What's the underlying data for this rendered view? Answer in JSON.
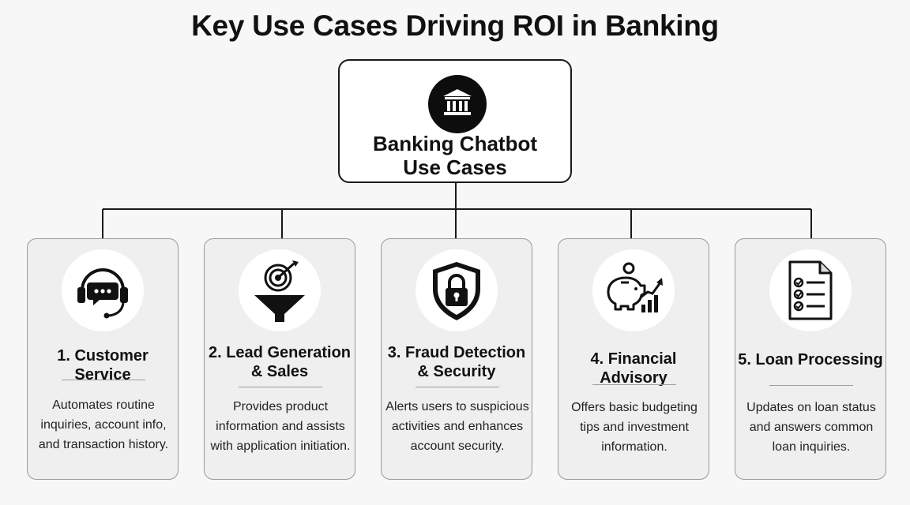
{
  "title": "Key Use Cases Driving ROI in Banking",
  "root": {
    "title_lines": [
      "Banking Chatbot",
      "Use Cases"
    ],
    "icon": "bank-icon"
  },
  "cards": [
    {
      "title_lines": [
        "1. Customer Service"
      ],
      "description_lines": [
        "Automates routine",
        "inquiries, account info,",
        "and transaction history."
      ],
      "icon": "headset-chat-icon"
    },
    {
      "title_lines": [
        "2. Lead Generation",
        "& Sales"
      ],
      "description_lines": [
        "Provides product",
        "information and assists",
        "with application initiation."
      ],
      "icon": "target-funnel-icon"
    },
    {
      "title_lines": [
        "3. Fraud Detection",
        "& Security"
      ],
      "description_lines": [
        "Alerts users to suspicious",
        "activities and enhances",
        "account security."
      ],
      "icon": "shield-lock-icon"
    },
    {
      "title_lines": [
        "4. Financial Advisory"
      ],
      "description_lines": [
        "Offers basic budgeting",
        "tips and investment",
        "information."
      ],
      "icon": "piggy-bank-growth-icon"
    },
    {
      "title_lines": [
        "5. Loan Processing"
      ],
      "description_lines": [
        "Updates on loan status",
        "and answers common",
        "loan inquiries."
      ],
      "icon": "checklist-document-icon"
    }
  ]
}
